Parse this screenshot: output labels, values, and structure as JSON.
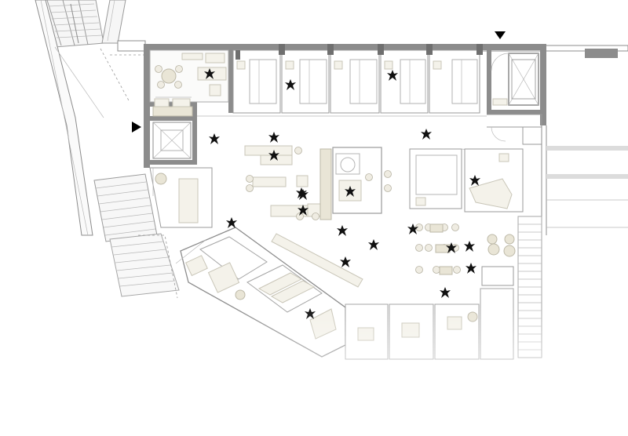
{
  "plan": {
    "markers": [
      {
        "name": "entrance-marker-top",
        "direction": "down"
      },
      {
        "name": "entrance-marker-left",
        "direction": "right"
      }
    ],
    "colors": {
      "wall": "#8c8c8c",
      "furniture": "#f4f2ea",
      "figure": "#111111",
      "background": "#ffffff"
    },
    "legend": []
  }
}
